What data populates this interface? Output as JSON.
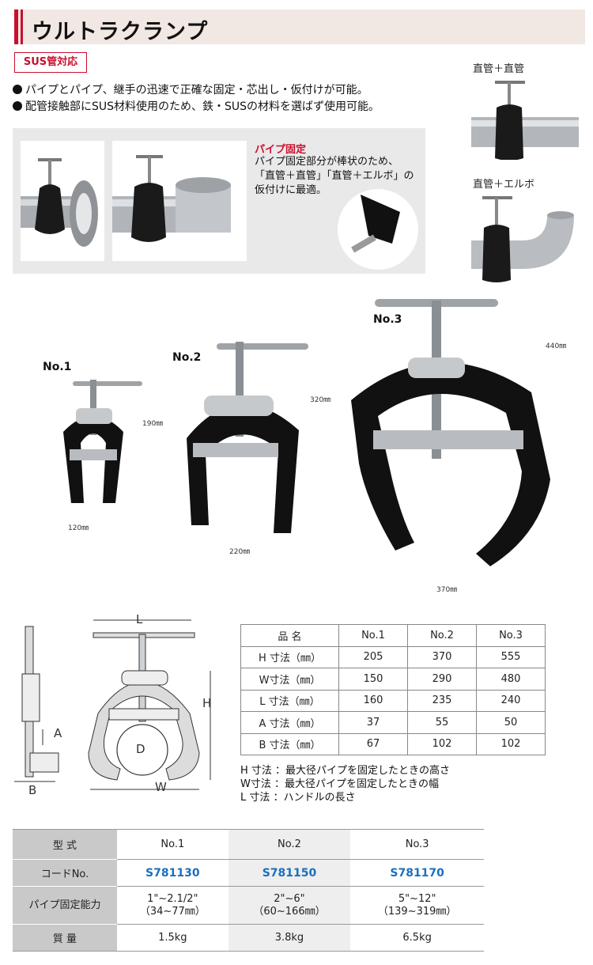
{
  "header": {
    "title": "ウルトラクランプ"
  },
  "badge": "SUS管対応",
  "features": [
    "パイプとパイプ、継手の迅速で正確な固定・芯出し・仮付けが可能。",
    "配管接触部にSUS材料使用のため、鉄・SUSの材料を選ばず使用可能。"
  ],
  "pipe_fix": {
    "title": "パイプ固定",
    "lines": [
      "パイプ固定部分が棒状のため、",
      "「直管＋直管」「直管＋エルボ」の",
      "仮付けに最適。"
    ]
  },
  "side": {
    "straight_straight": "直管＋直管",
    "straight_elbow": "直管＋エルボ"
  },
  "sizes": {
    "no1": {
      "label": "No.1",
      "height": "190㎜",
      "width": "120㎜"
    },
    "no2": {
      "label": "No.2",
      "height": "320㎜",
      "width": "220㎜"
    },
    "no3": {
      "label": "No.3",
      "height": "440㎜",
      "width": "370㎜"
    }
  },
  "diagram": {
    "L": "L",
    "H": "H",
    "W": "W",
    "D": "D",
    "A": "A",
    "B": "B"
  },
  "spec_table": {
    "headers": [
      "品 名",
      "No.1",
      "No.2",
      "No.3"
    ],
    "rows": [
      [
        "H 寸法（㎜）",
        "205",
        "370",
        "555"
      ],
      [
        "W寸法（㎜）",
        "150",
        "290",
        "480"
      ],
      [
        "L 寸法（㎜）",
        "160",
        "235",
        "240"
      ],
      [
        "A 寸法（㎜）",
        "37",
        "55",
        "50"
      ],
      [
        "B 寸法（㎜）",
        "67",
        "102",
        "102"
      ]
    ]
  },
  "notes": [
    "H 寸法 ：最大径パイプを固定したときの高さ",
    "W寸法 ：最大径パイプを固定したときの幅",
    "L 寸法 ：ハンドルの長さ"
  ],
  "models_table": {
    "type_label": "型 式",
    "code_label": "コードNo.",
    "capacity_label": "パイプ固定能力",
    "weight_label": "質 量",
    "models": [
      {
        "name": "No.1",
        "code": "S781130",
        "cap1": "1\"~2.1/2\"",
        "cap2": "（34~77㎜）",
        "weight": "1.5kg"
      },
      {
        "name": "No.2",
        "code": "S781150",
        "cap1": "2\"~6\"",
        "cap2": "（60~166㎜）",
        "weight": "3.8kg"
      },
      {
        "name": "No.3",
        "code": "S781170",
        "cap1": "5\"~12\"",
        "cap2": "（139~319㎜）",
        "weight": "6.5kg"
      }
    ]
  },
  "colors": {
    "accent_red": "#c8102e",
    "code_blue": "#1a6fc0"
  }
}
